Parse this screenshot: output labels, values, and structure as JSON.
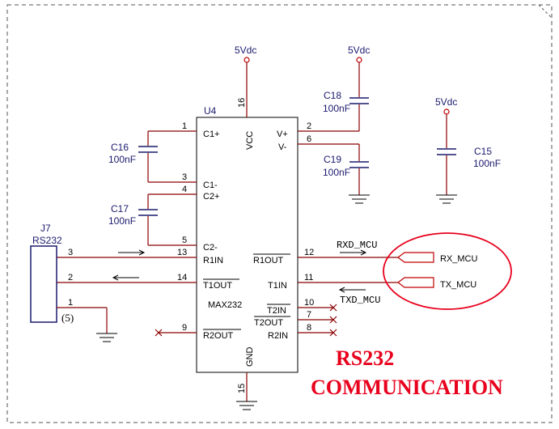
{
  "title": {
    "line1": "RS232",
    "line2": "COMMUNICATION"
  },
  "ic": {
    "ref": "U4",
    "part": "MAX232",
    "vcc_label": "VCC",
    "gnd_label": "GND",
    "pins": {
      "c1p": "C1+",
      "c1m": "C1-",
      "c2p": "C2+",
      "c2m": "C2-",
      "r1in": "R1IN",
      "t1out": "T1OUT",
      "r2out": "R2OUT",
      "vplus": "V+",
      "vminus": "V-",
      "r1out": "R1OUT",
      "t1in": "T1IN",
      "t2in": "T2IN",
      "t2out": "T2OUT",
      "r2in": "R2IN"
    },
    "pin_numbers": {
      "p1": "1",
      "p2": "2",
      "p3": "3",
      "p4": "4",
      "p5": "5",
      "p6": "6",
      "p7": "7",
      "p8": "8",
      "p9": "9",
      "p10": "10",
      "p11": "11",
      "p12": "12",
      "p13": "13",
      "p14": "14",
      "p15": "15",
      "p16": "16"
    }
  },
  "power": {
    "vdc": "5Vdc"
  },
  "capacitors": {
    "c16": {
      "ref": "C16",
      "value": "100nF"
    },
    "c17": {
      "ref": "C17",
      "value": "100nF"
    },
    "c18": {
      "ref": "C18",
      "value": "100nF"
    },
    "c19": {
      "ref": "C19",
      "value": "100nF"
    },
    "c15": {
      "ref": "C15",
      "value": "100nF"
    }
  },
  "connector": {
    "ref": "J7",
    "name": "RS232",
    "pin3": "3",
    "pin2": "2",
    "pin1": "1",
    "pin5": "(5)"
  },
  "nets": {
    "rxd": "RXD_MCU",
    "txd": "TXD_MCU",
    "rx_port": "RX_MCU",
    "tx_port": "TX_MCU"
  },
  "colors": {
    "wire": "#8b0000",
    "ic_outline": "#1a1a6e",
    "power_symbol": "#c00000",
    "highlight": "#e8001c",
    "title": "#e8001c"
  }
}
